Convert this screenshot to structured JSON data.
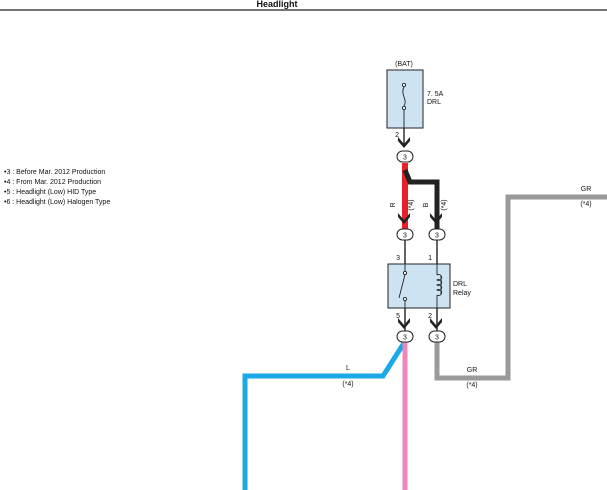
{
  "header": {
    "title": "Headlight"
  },
  "notes": [
    "3 : Before Mar.  2012 Production",
    "4 : From Mar.  2012 Production",
    "5 : Headlight (Low) HID Type",
    "6 : Headlight (Low) Halogen Type"
  ],
  "fuse": {
    "source": "(BAT)",
    "rating": "7. 5A",
    "name": "DRL",
    "pin": "2"
  },
  "relay": {
    "name": "DRL",
    "name2": "Relay",
    "pin_top_left": "3",
    "pin_top_right": "1",
    "pin_bottom_left": "5",
    "pin_bottom_right": "2"
  },
  "connector_label": "3",
  "wires": {
    "red": {
      "color_code": "R",
      "note": "(*4)",
      "hex": "#e8202a"
    },
    "black": {
      "color_code": "B",
      "note": "(*4)",
      "hex": "#222222"
    },
    "gray_top": {
      "color_code": "GR",
      "note": "(*4)",
      "hex": "#9a9a9a"
    },
    "gray_bottom": {
      "color_code": "GR",
      "note": "(*4)",
      "hex": "#9a9a9a"
    },
    "blue": {
      "color_code": "L",
      "note": "(*4)",
      "hex": "#1aa9e6"
    },
    "pink": {
      "hex": "#ef86b8"
    }
  },
  "box_fill": "#cde3f2"
}
